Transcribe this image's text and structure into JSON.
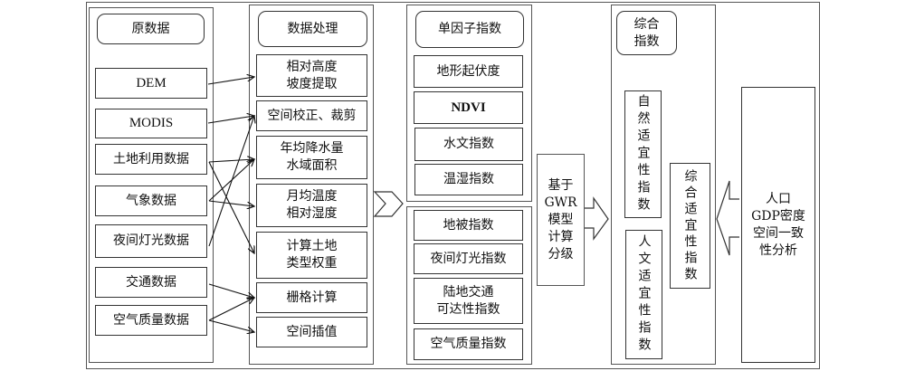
{
  "raw_data": {
    "header": "原数据",
    "items": [
      "DEM",
      "MODIS",
      "土地利用数据",
      "气象数据",
      "夜间灯光数据",
      "交通数据",
      "空气质量数据"
    ]
  },
  "processing": {
    "header": "数据处理",
    "items": [
      "相对高度\n坡度提取",
      "空间校正、裁剪",
      "年均降水量\n水域面积",
      "月均温度\n相对湿度",
      "计算土地\n类型权重",
      "栅格计算",
      "空间插值"
    ]
  },
  "single_factor": {
    "header": "单因子指数",
    "natural_items": [
      "地形起伏度",
      "NDVI",
      "水文指数",
      "温湿指数"
    ],
    "human_items": [
      "地被指数",
      "夜间灯光指数",
      "陆地交通\n可达性指数",
      "空气质量指数"
    ]
  },
  "gwr": {
    "label": "基于\nGWR\n模型\n计算\n分级"
  },
  "composite": {
    "header": "综合\n指数",
    "natural": "自然适宜性指数",
    "human": "人文适宜性指数",
    "overall": "综合适宜性指数"
  },
  "analysis": {
    "label": "人口\nGDP密度\n空间一致\n性分析"
  },
  "connections": [
    {
      "from": "DEM",
      "to": "相对高度坡度提取"
    },
    {
      "from": "MODIS",
      "to": "空间校正、裁剪"
    },
    {
      "from": "土地利用数据",
      "to": "年均降水量水域面积"
    },
    {
      "from": "土地利用数据",
      "to": "计算土地类型权重"
    },
    {
      "from": "气象数据",
      "to": "年均降水量水域面积"
    },
    {
      "from": "气象数据",
      "to": "月均温度相对湿度"
    },
    {
      "from": "夜间灯光数据",
      "to": "空间校正、裁剪"
    },
    {
      "from": "交通数据",
      "to": "栅格计算"
    },
    {
      "from": "空气质量数据",
      "to": "栅格计算"
    },
    {
      "from": "空气质量数据",
      "to": "空间插值"
    }
  ]
}
